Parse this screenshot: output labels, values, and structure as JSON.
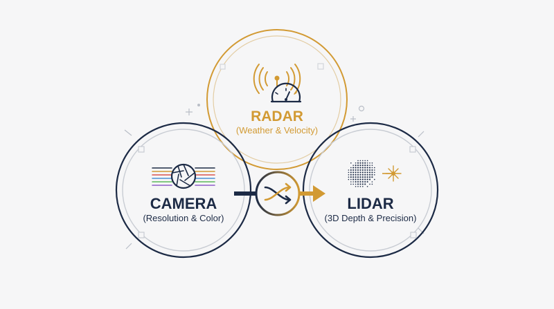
{
  "colors": {
    "navy": "#1c2a45",
    "gold": "#d29a33",
    "light_ring": "#c8ccd3",
    "background": "#f6f6f7"
  },
  "nodes": {
    "radar": {
      "title": "RADAR",
      "subtitle": "(Weather & Velocity)",
      "icon": "radar-speedometer-icon"
    },
    "camera": {
      "title": "CAMERA",
      "subtitle": "(Resolution & Color)",
      "icon": "camera-aperture-icon"
    },
    "lidar": {
      "title": "LIDAR",
      "subtitle": "(3D Depth & Precision)",
      "icon": "lidar-point-cloud-icon"
    }
  },
  "fusion": {
    "icon": "shuffle-fusion-icon"
  }
}
